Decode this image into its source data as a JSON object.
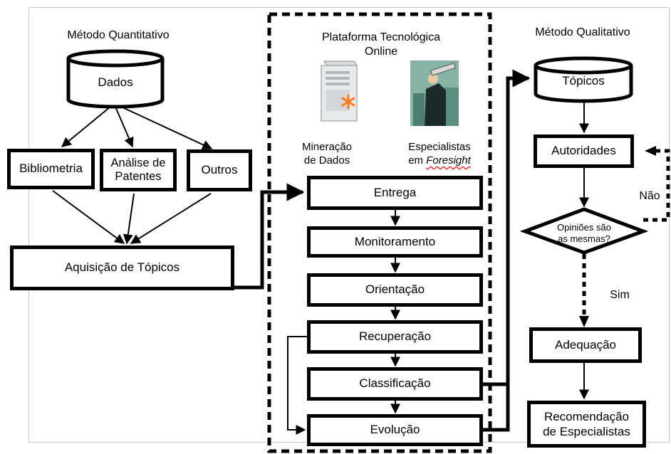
{
  "quant": {
    "title": "Método Quantitativo",
    "data": "Dados",
    "sources": [
      "Bibliometria",
      "Análise de Patentes",
      "Outros"
    ],
    "acquisition": "Aquisição de Tópicos"
  },
  "platform": {
    "title_line1": "Plataforma Tecnológica",
    "title_line2": "Online",
    "mining_line1": "Mineração",
    "mining_line2": "de Dados",
    "experts_line1": "Especialistas",
    "experts_prefix": "em ",
    "experts_italic": "Foresight",
    "steps": [
      "Entrega",
      "Monitoramento",
      "Orientação",
      "Recuperação",
      "Classificação",
      "Evolução"
    ]
  },
  "qual": {
    "title": "Método Qualitativo",
    "topics": "Tópicos",
    "authorities": "Autoridades",
    "decision_line1": "Opiniões são",
    "decision_line2": "as mesmas?",
    "no": "Não",
    "yes": "Sim",
    "adequacy": "Adequação",
    "recommendation_line1": "Recomendação",
    "recommendation_line2": "de Especialistas"
  },
  "icons": {
    "server": "server-icon",
    "expert": "expert-with-telescope-icon"
  },
  "colors": {
    "accent": "#ff7a1a",
    "frame": "#c9c9c9"
  }
}
